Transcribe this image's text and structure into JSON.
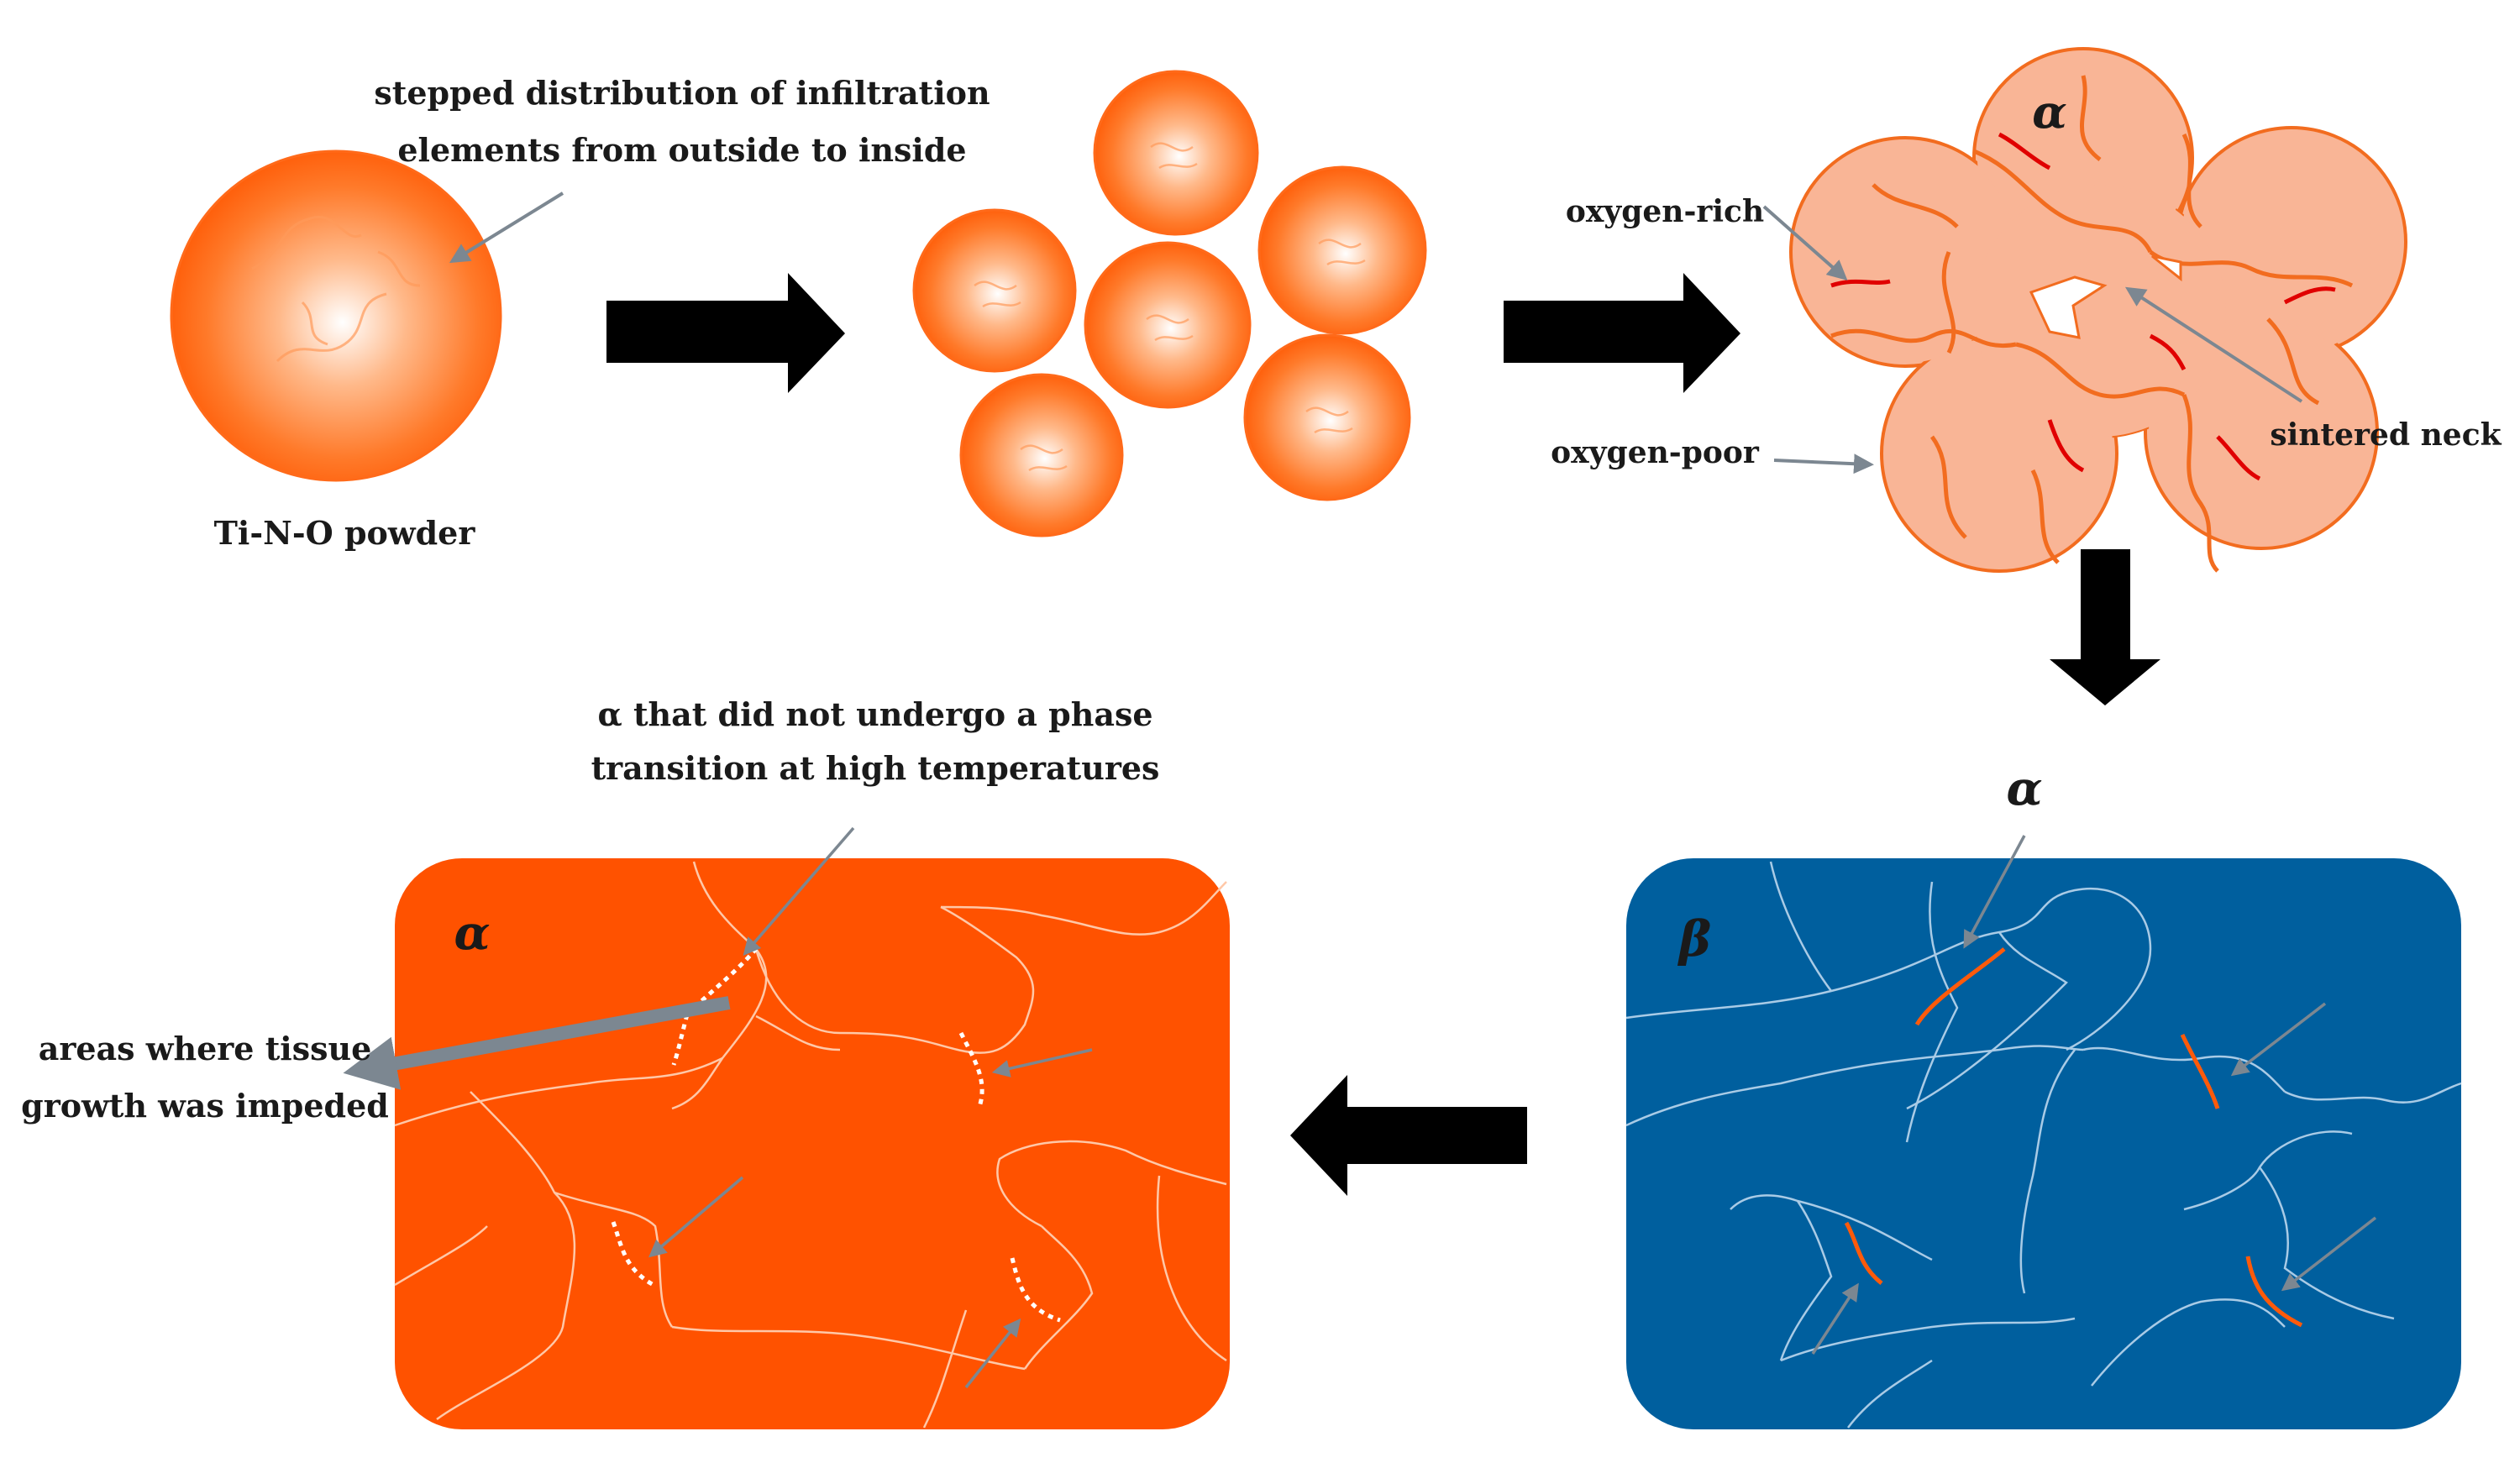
{
  "labels": {
    "stepped_line1": "stepped distribution of infiltration",
    "stepped_line2": "elements from outside to inside",
    "powder": "Ti-N-O powder",
    "oxygen_rich": "oxygen-rich",
    "oxygen_poor": "oxygen-poor",
    "sintered_neck": "sintered neck",
    "alpha_sintered": "α",
    "alpha_top": "α",
    "beta": "β",
    "alpha_final": "α",
    "alpha_untransformed_line1": "α that did not undergo a phase",
    "alpha_untransformed_line2": "transition at high temperatures",
    "impeded_line1": "areas where tissue",
    "impeded_line2": "growth was impeded"
  },
  "colors": {
    "particle_core": "#ffffff",
    "particle_mid": "#ff9a55",
    "particle_edge": "#ff5a05",
    "sintered_fill": "#f9b596",
    "sintered_boundary": "#f26c1f",
    "oxygen_rich_boundary": "#e00000",
    "beta_fill": "#005f9e",
    "alpha_fill": "#ff5200",
    "grain_line": "#a9cbe6",
    "pointer_arrow": "#7c8791",
    "process_arrow": "#000000"
  },
  "icons": {
    "process_arrow": "block-arrow",
    "pointer": "thin-arrow"
  }
}
